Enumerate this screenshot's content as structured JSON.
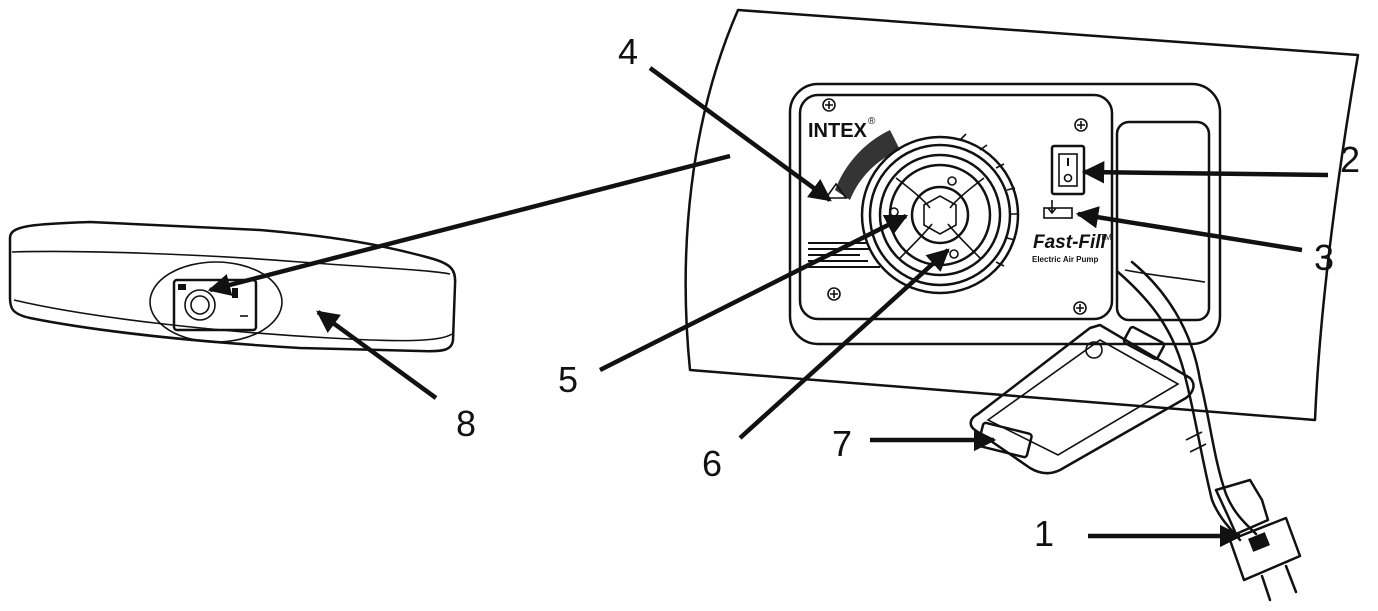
{
  "callouts": [
    {
      "id": "1",
      "label": "1"
    },
    {
      "id": "2",
      "label": "2"
    },
    {
      "id": "3",
      "label": "3"
    },
    {
      "id": "4",
      "label": "4"
    },
    {
      "id": "5",
      "label": "5"
    },
    {
      "id": "6",
      "label": "6"
    },
    {
      "id": "7",
      "label": "7"
    },
    {
      "id": "8",
      "label": "8"
    }
  ],
  "panel": {
    "brand": "INTEX",
    "brand_mark": "®",
    "product": "Fast-Fill",
    "product_mark": "TM",
    "product_sub": "Electric Air Pump"
  },
  "colors": {
    "ink": "#111111",
    "background": "#ffffff"
  }
}
